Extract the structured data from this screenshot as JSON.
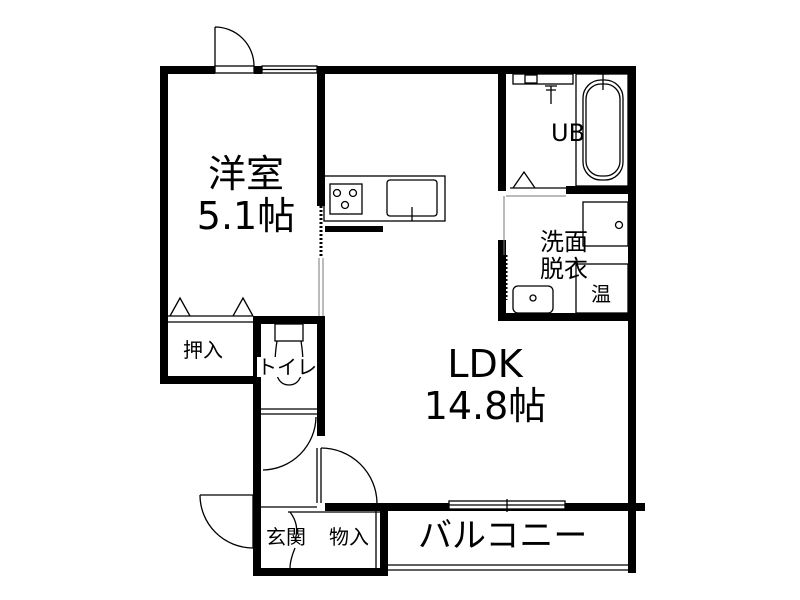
{
  "floorplan": {
    "rooms": {
      "western_room": {
        "name": "洋室",
        "size": "5.1帖"
      },
      "ldk": {
        "name": "LDK",
        "size": "14.8帖"
      },
      "unit_bath": {
        "name": "UB"
      },
      "washroom": {
        "line1": "洗面",
        "line2": "脱衣",
        "water_heater": "温"
      },
      "closet": {
        "name": "押入"
      },
      "toilet": {
        "name": "トイレ"
      },
      "entrance": {
        "name": "玄関"
      },
      "storage": {
        "name": "物入"
      },
      "balcony": {
        "name": "バルコニー"
      }
    },
    "colors": {
      "wall": "#000000",
      "background": "#ffffff",
      "fixture_line": "#000000"
    }
  }
}
